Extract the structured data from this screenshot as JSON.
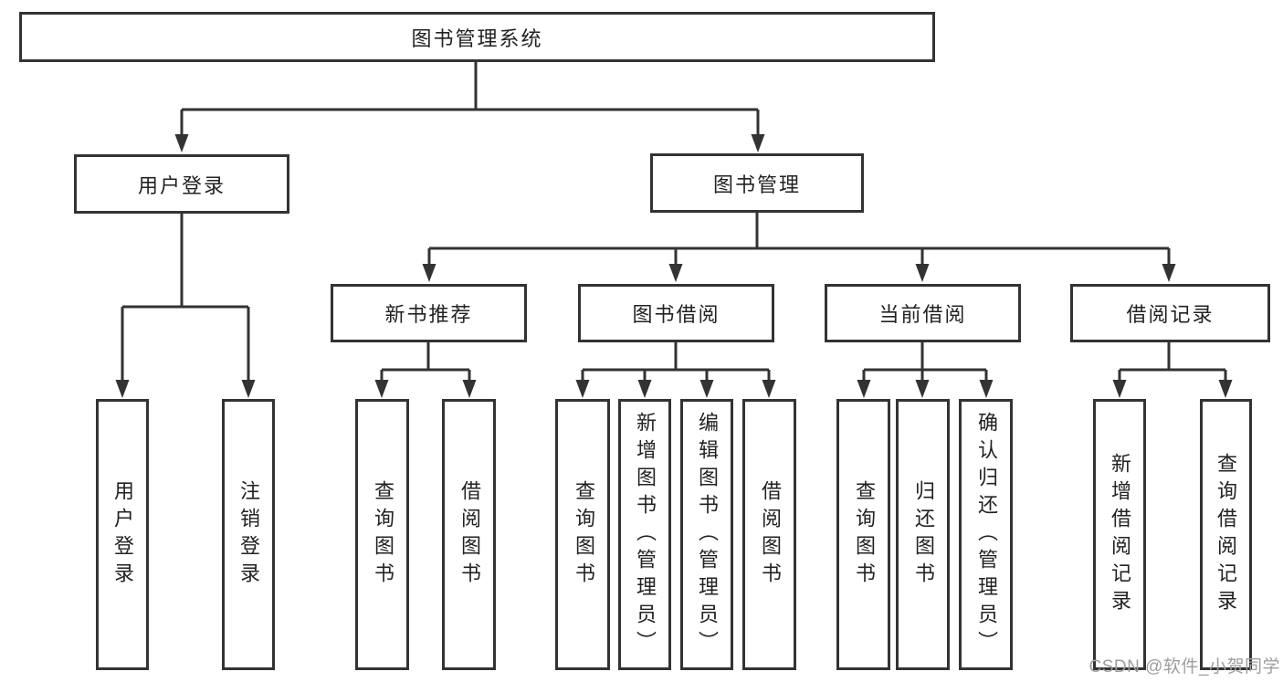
{
  "tree": {
    "label": "图书管理系统",
    "children": [
      {
        "label": "用户登录",
        "children": [
          {
            "label": "用户登录"
          },
          {
            "label": "注销登录"
          }
        ]
      },
      {
        "label": "图书管理",
        "children": [
          {
            "label": "新书推荐",
            "children": [
              {
                "label": "查询图书"
              },
              {
                "label": "借阅图书"
              }
            ]
          },
          {
            "label": "图书借阅",
            "children": [
              {
                "label": "查询图书"
              },
              {
                "label": "新增图书（管理员）"
              },
              {
                "label": "编辑图书（管理员）"
              },
              {
                "label": "借阅图书"
              }
            ]
          },
          {
            "label": "当前借阅",
            "children": [
              {
                "label": "查询图书"
              },
              {
                "label": "归还图书"
              },
              {
                "label": "确认归还（管理员）"
              }
            ]
          },
          {
            "label": "借阅记录",
            "children": [
              {
                "label": "新增借阅记录"
              },
              {
                "label": "查询借阅记录"
              }
            ]
          }
        ]
      }
    ]
  },
  "watermark": {
    "text": "CSDN @软件_小贺同学"
  },
  "colors": {
    "line": "#333333",
    "text": "#222222",
    "box_background": "#ffffff",
    "page_background": "#ffffff",
    "watermark": "#9e9e9e"
  }
}
